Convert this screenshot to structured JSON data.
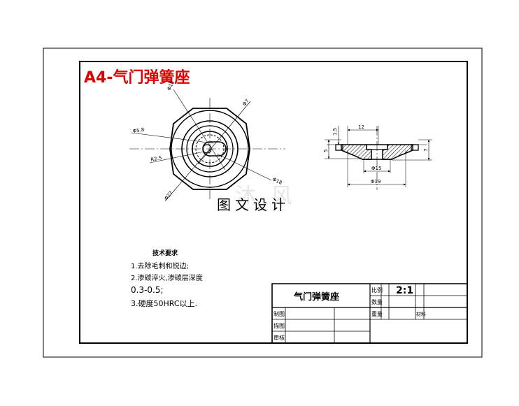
{
  "drawing": {
    "title": "A4-气门弹簧座",
    "watermark": "图文设计",
    "watermark_faded": "沐 风"
  },
  "front_view": {
    "dims": {
      "d_inner_top": "Φ15",
      "d_right_top": "Φ7",
      "d_left": "Φ5.8",
      "r_inner": "R2.5",
      "d_bottom_right": "Φ18",
      "d_bottom_left": "Φ27"
    }
  },
  "section_view": {
    "dims": {
      "top_width": "12",
      "flange_thk": "1.5",
      "left_height": "5",
      "total_height": "7",
      "bottom_dia": "Φ15",
      "outer_dia": "Φ19"
    }
  },
  "tech_requirements": {
    "heading": "技术要求",
    "items": [
      "1.去除毛刺和锐边;",
      "2.渗碳淬火,渗碳层深度",
      "0.3-0.5;",
      "3.硬度50HRC以上."
    ]
  },
  "title_block": {
    "part_name": "气门弹簧座",
    "scale_label": "比例",
    "scale_value": "2:1",
    "quantity_label": "数量",
    "weight_label": "重量",
    "material_label": "材料",
    "drawn_label": "制图",
    "checked_label": "描图",
    "approved_label": "审核"
  }
}
